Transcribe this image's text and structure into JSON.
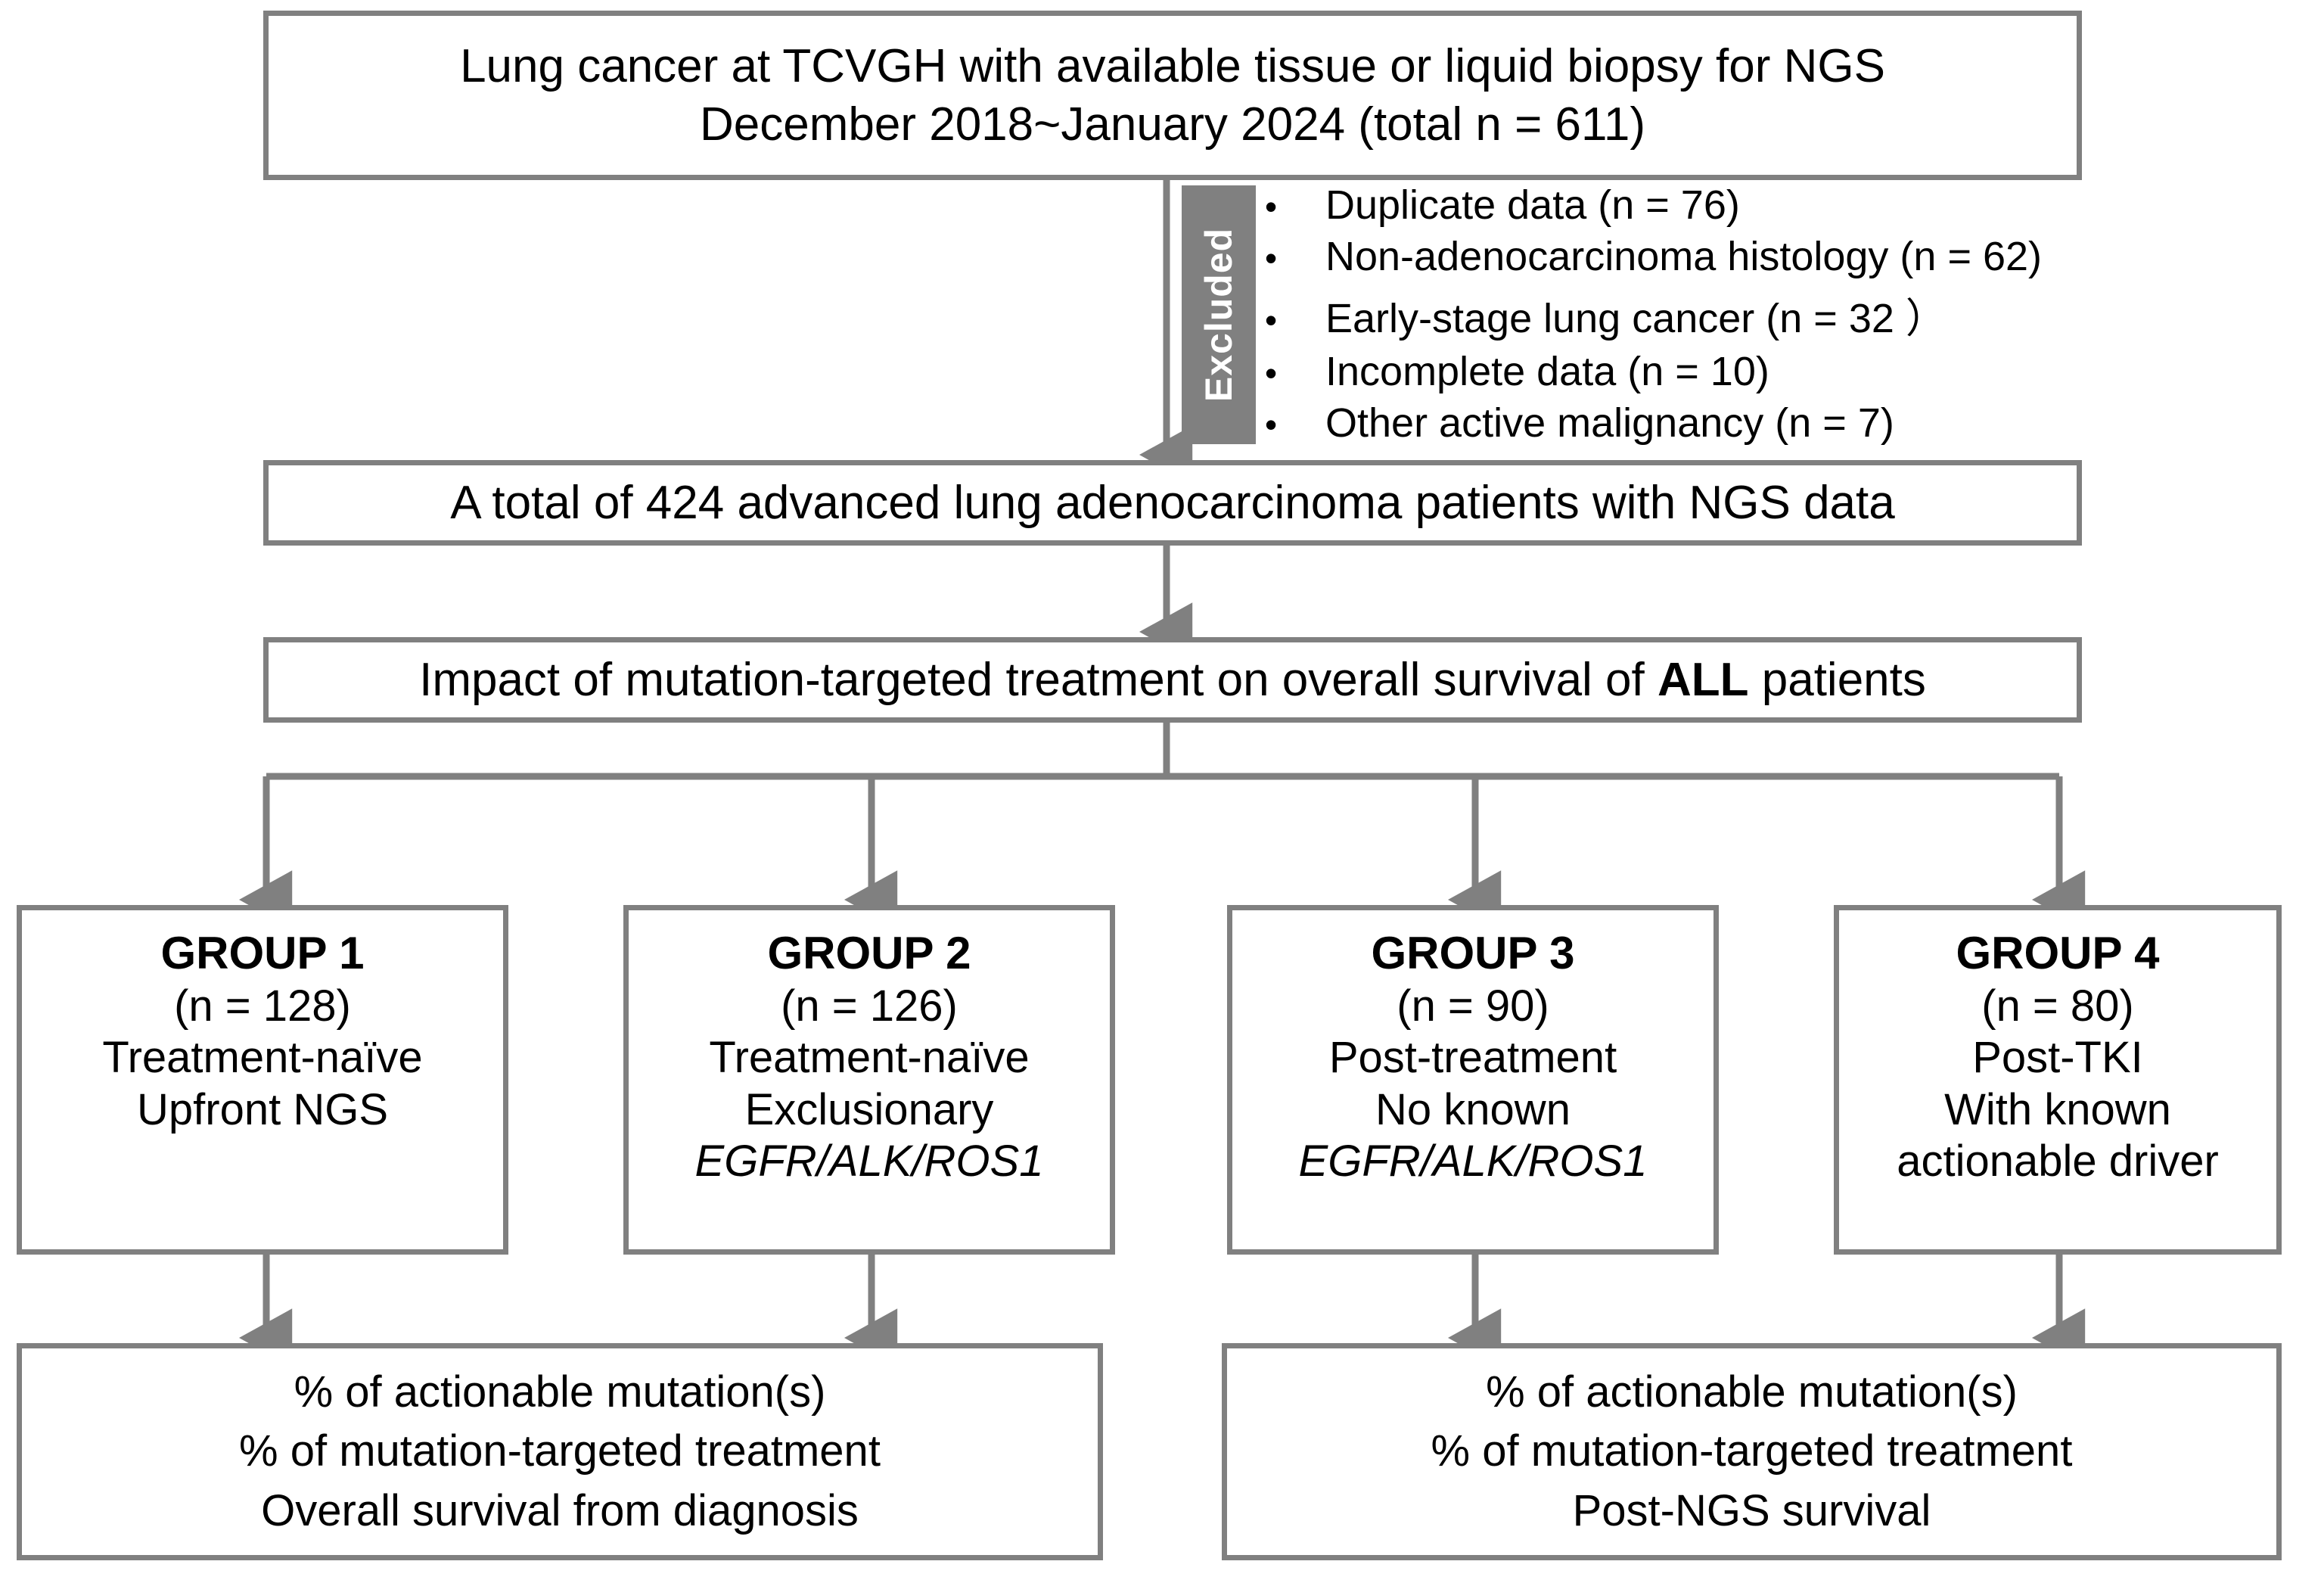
{
  "diagram": {
    "type": "flowchart",
    "title": "Study flow diagram of lung adenocarcinoma NGS cohort",
    "accent_gray": "#808080",
    "background": "#ffffff",
    "text_color": "#000000"
  },
  "source_box": {
    "line1": "Lung cancer at TCVGH with available tissue or liquid biopsy for NGS",
    "line2": "December 2018~January 2024 (total n = 611)"
  },
  "excluded": {
    "label": "Excluded",
    "bullet_glyph": "•",
    "items": [
      "Duplicate data (n = 76)",
      "Non-adenocarcinoma histology (n = 62)",
      "Early-stage lung cancer (n = 32 ）",
      "Incomplete data (n = 10)",
      "Other active malignancy (n = 7)"
    ]
  },
  "cohort_box": {
    "text": "A total of 424 advanced lung adenocarcinoma patients with NGS data"
  },
  "impact_box": {
    "prefix": "Impact of mutation-targeted treatment on overall survival of ",
    "emphasis": "ALL",
    "suffix": " patients"
  },
  "groups": [
    {
      "title": "GROUP 1",
      "count": "(n = 128)",
      "lines": [
        {
          "text": "Treatment-naïve",
          "italic": false
        },
        {
          "text": "Upfront NGS",
          "italic": false
        }
      ]
    },
    {
      "title": "GROUP 2",
      "count": "(n = 126)",
      "lines": [
        {
          "text": "Treatment-naïve",
          "italic": false
        },
        {
          "text": "Exclusionary",
          "italic": false
        },
        {
          "text": "EGFR/ALK/ROS1",
          "italic": true
        }
      ]
    },
    {
      "title": "GROUP 3",
      "count": "(n = 90)",
      "lines": [
        {
          "text": "Post-treatment",
          "italic": false
        },
        {
          "text": "No known",
          "italic": false
        },
        {
          "text": "EGFR/ALK/ROS1",
          "italic": true
        }
      ]
    },
    {
      "title": "GROUP 4",
      "count": "(n = 80)",
      "lines": [
        {
          "text": "Post-TKI",
          "italic": false
        },
        {
          "text": "With known",
          "italic": false
        },
        {
          "text": "actionable driver",
          "italic": false
        }
      ]
    }
  ],
  "outcomes": {
    "left": {
      "line1": "% of actionable mutation(s)",
      "line2": "% of mutation-targeted treatment",
      "line3": "Overall survival from diagnosis"
    },
    "right": {
      "line1": "% of actionable mutation(s)",
      "line2": "% of mutation-targeted treatment",
      "line3": "Post-NGS survival"
    }
  }
}
